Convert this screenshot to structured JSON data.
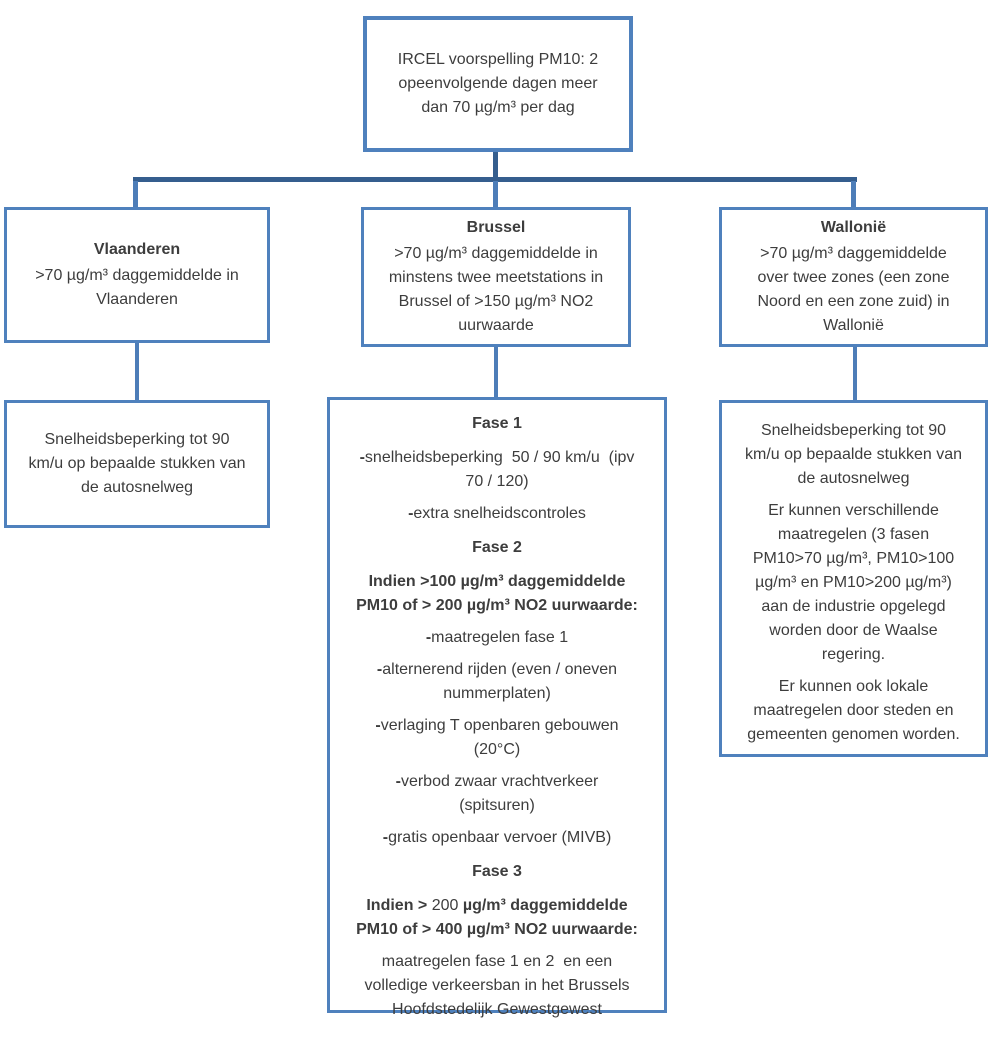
{
  "palette": {
    "box_border": "#4f81bd",
    "connector": "#4d7db8",
    "connector_dark": "#355e8e",
    "text": "#3d3d3d"
  },
  "root_box": {
    "text": "IRCEL voorspelling PM10: 2\nopeenvolgende dagen meer\ndan 70 µg/m³ per dag"
  },
  "regions": [
    {
      "name": "Vlaanderen",
      "criteria": ">70 µg/m³ daggemiddelde in\nVlaanderen",
      "measures": [
        {
          "text": "Snelheidsbeperking tot 90\nkm/u op bepaalde stukken van\nde autosnelweg"
        }
      ]
    },
    {
      "name": "Brussel",
      "criteria": ">70 µg/m³ daggemiddelde in\nminstens twee meetstations in\nBrussel of >150 µg/m³ NO2\nuurwaarde",
      "measures": [
        {
          "style": "heading",
          "text": "Fase 1"
        },
        {
          "dash": "-",
          "text": "snelheidsbeperking  50 / 90 km/u  (ipv\n70 / 120)"
        },
        {
          "dash": "-",
          "text": "extra snelheidscontroles"
        },
        {
          "style": "heading",
          "text": "Fase 2"
        },
        {
          "style": "strong",
          "text": "Indien >100 µg/m³ daggemiddelde\nPM10 of > 200 µg/m³ NO2 uurwaarde:"
        },
        {
          "dash": "-",
          "text": "maatregelen fase 1"
        },
        {
          "dash": "-",
          "text": "alternerend rijden (even / oneven\nnummerplaten)"
        },
        {
          "dash": "-",
          "text": "verlaging T openbaren gebouwen\n(20°C)"
        },
        {
          "dash": "-",
          "text": "verbod zwaar vrachtverkeer\n(spitsuren)"
        },
        {
          "dash": "-",
          "text": "gratis openbaar vervoer (MIVB)"
        },
        {
          "style": "heading",
          "text": "Fase 3"
        },
        {
          "style": "strong",
          "segments": [
            {
              "text": "Indien > ",
              "bold": true
            },
            {
              "text": "200 ",
              "bold": false
            },
            {
              "text": "µg/m³ daggemiddelde\nPM10 of > 400 µg/m³ NO2 uurwaarde:",
              "bold": true
            }
          ]
        },
        {
          "text": "maatregelen fase 1 en 2  en een\nvolledige verkeersban in het Brussels\nHoofdstedelijk Gewestgewest"
        }
      ]
    },
    {
      "name": "Wallonië",
      "criteria": ">70 µg/m³ daggemiddelde\nover twee zones (een zone\nNoord en een zone zuid) in\nWallonië",
      "measures": [
        {
          "text": "Snelheidsbeperking tot 90\nkm/u op bepaalde stukken van\nde autosnelweg"
        },
        {
          "text": "Er kunnen verschillende\nmaatregelen (3 fasen\nPM10>70 µg/m³, PM10>100\nµg/m³ en PM10>200 µg/m³)\naan de industrie opgelegd\nworden door de Waalse\nregering."
        },
        {
          "text": "Er kunnen ook lokale\nmaatregelen door steden en\ngemeenten genomen worden."
        }
      ]
    }
  ]
}
